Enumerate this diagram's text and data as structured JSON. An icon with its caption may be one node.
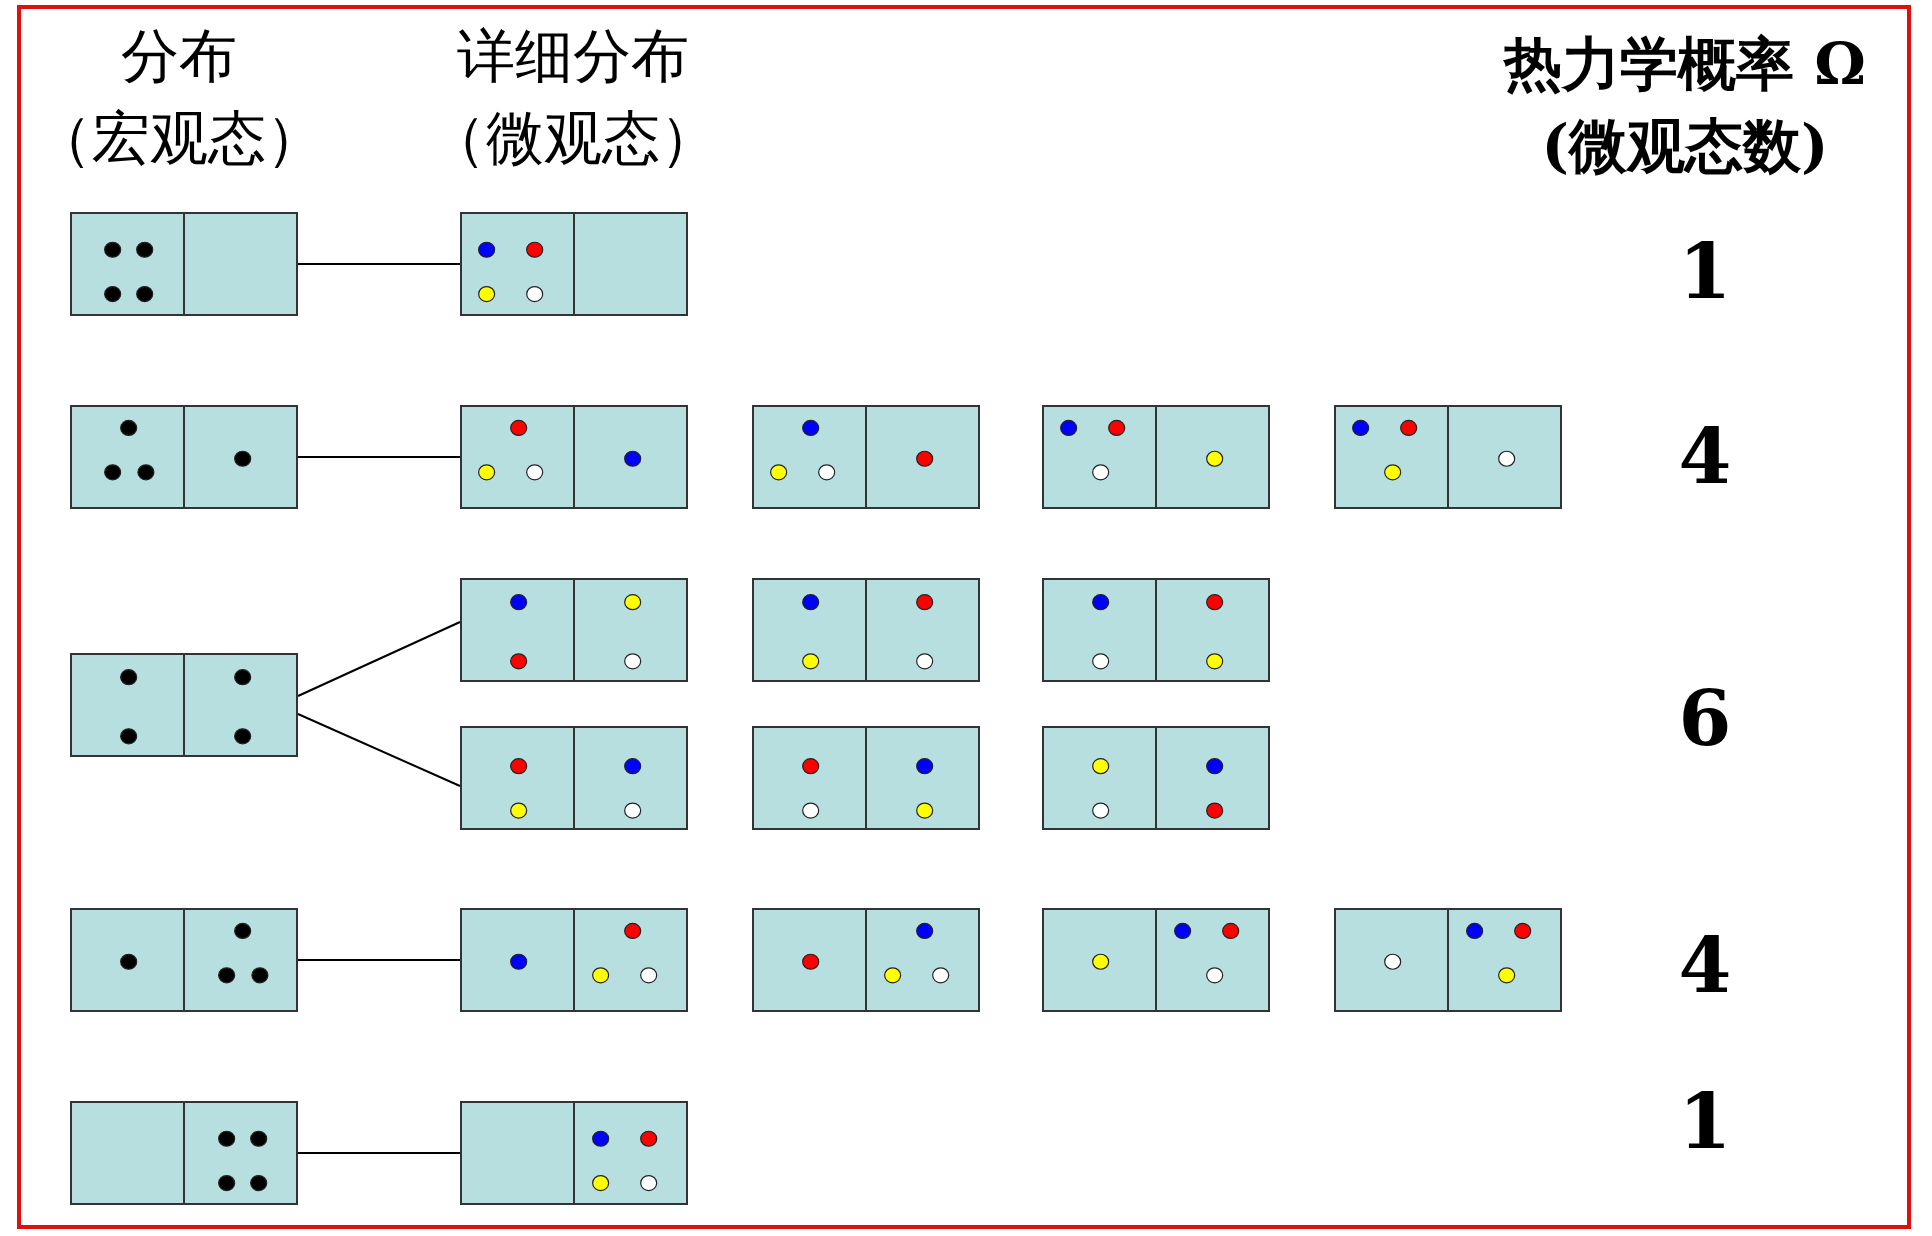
{
  "diagram": {
    "nodes": [
      {
        "text": [],
        "shape": "box"
      },
      {
        "text": [],
        "shape": "box"
      },
      {
        "text": [],
        "shape": "box"
      },
      {
        "text": [],
        "shape": "box"
      },
      {
        "text": [],
        "shape": "box"
      },
      {
        "text": [],
        "shape": "box"
      },
      {
        "text": [],
        "shape": "box"
      },
      {
        "text": [],
        "shape": "box"
      },
      {
        "text": [],
        "shape": "box"
      },
      {
        "text": [],
        "shape": "box"
      },
      {
        "text": [],
        "shape": "box"
      },
      {
        "text": [],
        "shape": "box"
      },
      {
        "text": [],
        "shape": "box"
      },
      {
        "text": [],
        "shape": "box"
      },
      {
        "text": [],
        "shape": "box"
      },
      {
        "text": [],
        "shape": "box"
      },
      {
        "text": [],
        "shape": "box"
      },
      {
        "text": [],
        "shape": "box"
      },
      {
        "text": [],
        "shape": "box"
      },
      {
        "text": [],
        "shape": "box"
      },
      {
        "text": [],
        "shape": "box"
      }
    ],
    "edges": [
      {
        "from": 0,
        "to": 1,
        "arrow": "none"
      },
      {
        "from": 2,
        "to": 3,
        "arrow": "none"
      },
      {
        "from": 7,
        "to": 8,
        "arrow": "none"
      },
      {
        "from": 7,
        "to": 11,
        "arrow": "none"
      },
      {
        "from": 14,
        "to": 15,
        "arrow": "none"
      },
      {
        "from": 19,
        "to": 20,
        "arrow": "none"
      }
    ],
    "labels": [
      "分布",
      "（宏观态）",
      "详细分布",
      "（微观态）",
      "热力学概率 Ω",
      "(微观态数)",
      "1",
      "4",
      "6",
      "4",
      "1"
    ]
  }
}
